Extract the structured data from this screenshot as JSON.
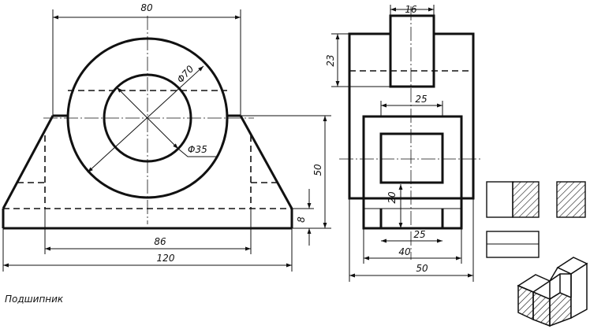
{
  "caption": "Подшипник",
  "front_view": {
    "dims": {
      "top_width": "80",
      "outer_diameter": "Φ70",
      "inner_diameter": "Φ35",
      "height": "50",
      "base_thickness": "8",
      "base_inner_width": "86",
      "base_width": "120"
    }
  },
  "side_view": {
    "dims": {
      "top_width": "16",
      "top_height": "23",
      "window_width": "25",
      "bottom_height": "20",
      "bottom_slot_width": "25",
      "inner_width": "40",
      "overall_width": "50"
    }
  },
  "colors": {
    "line": "#111111",
    "background": "#ffffff"
  },
  "icons": [
    "section-view",
    "isometric-view"
  ]
}
